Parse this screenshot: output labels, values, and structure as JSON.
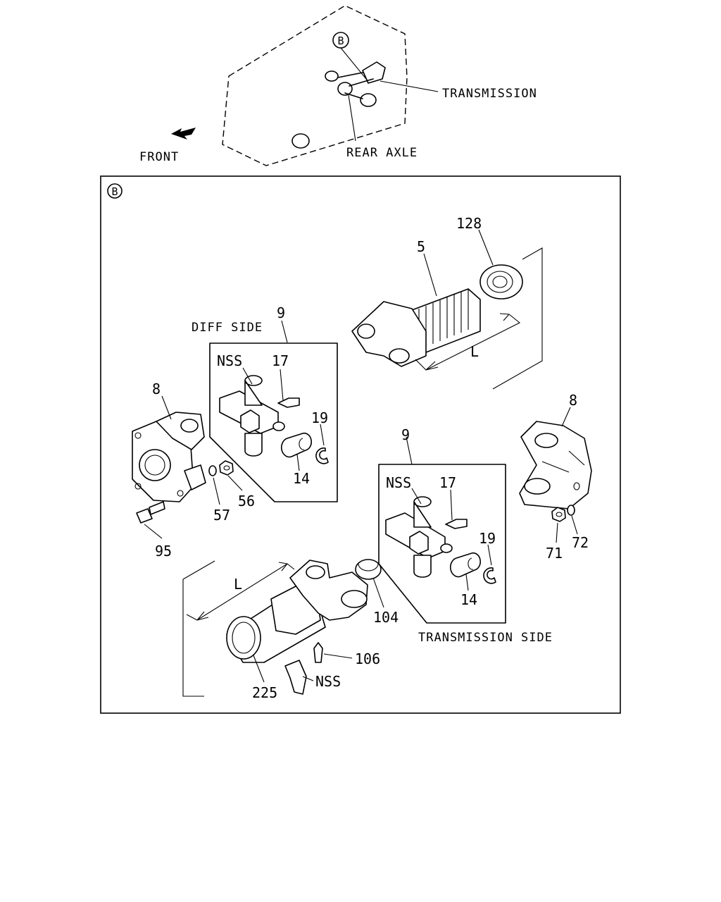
{
  "overview": {
    "detail_marker": "B",
    "callouts": {
      "transmission": "TRANSMISSION",
      "rear_axle": "REAR AXLE",
      "front": "FRONT"
    }
  },
  "detail": {
    "marker": "B",
    "captions": {
      "diff_side": "DIFF SIDE",
      "transmission_side": "TRANSMISSION SIDE"
    },
    "dimension_label": "L",
    "part_numbers": {
      "spline_shaft": "5",
      "seal_128": "128",
      "ujoint_kit_diff": "9",
      "ujoint_kit_trans": "9",
      "nss_spider_diff": "NSS",
      "nss_spider_trans": "NSS",
      "nss_grease_guard": "NSS",
      "grease_nipple_diff": "17",
      "grease_nipple_trans": "17",
      "snap_ring_diff": "19",
      "snap_ring_trans": "19",
      "bearing_cup_diff": "14",
      "bearing_cup_trans": "14",
      "flange_yoke_left": "8",
      "flange_yoke_right": "8",
      "washer_57": "57",
      "nut_56": "56",
      "bolt_95": "95",
      "nut_71": "71",
      "washer_72": "72",
      "dust_cap_104": "104",
      "grease_fitting_106": "106",
      "sleeve_yoke_225": "225"
    }
  }
}
